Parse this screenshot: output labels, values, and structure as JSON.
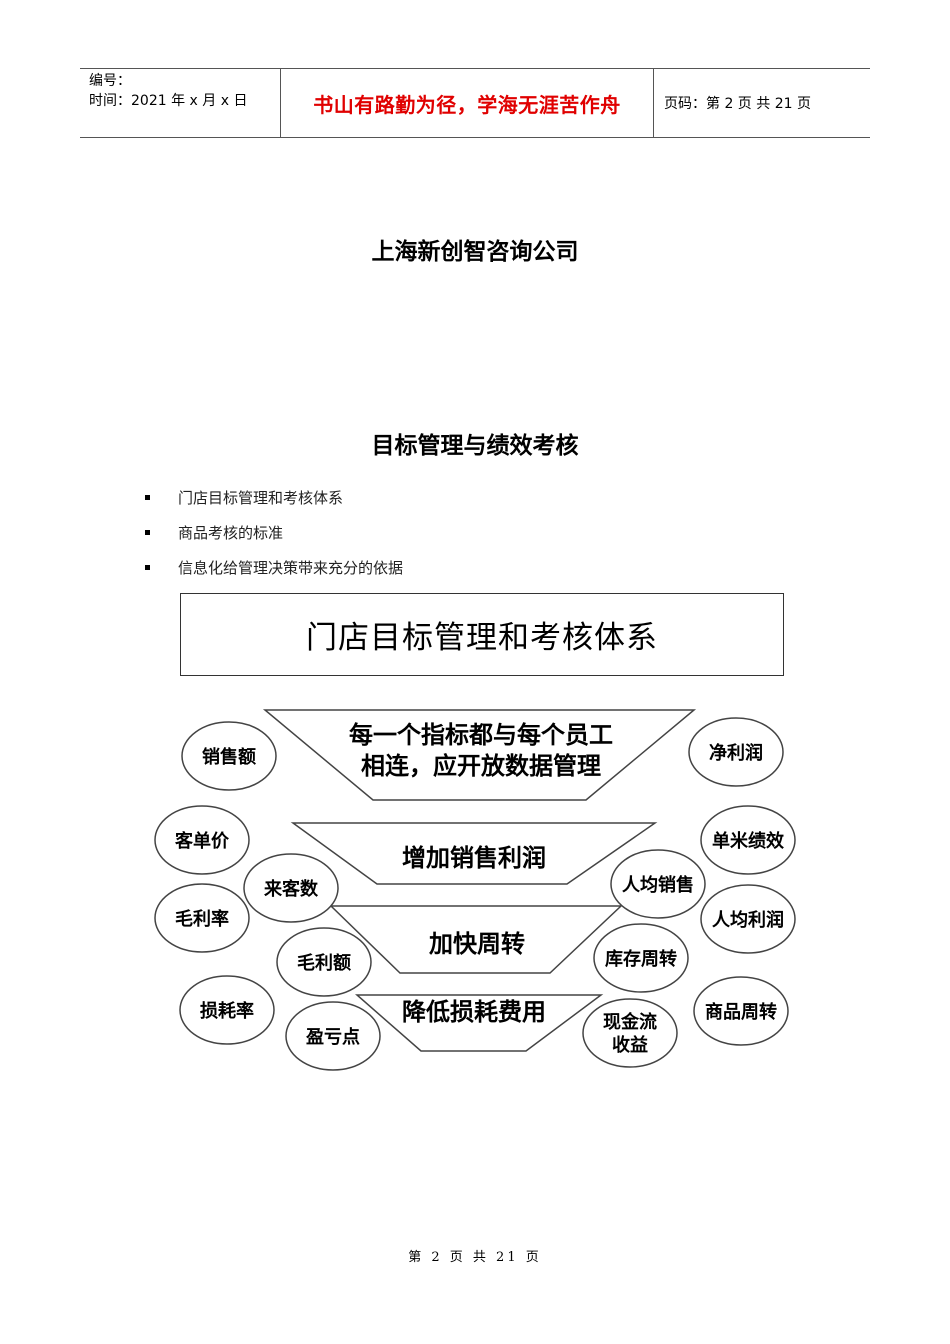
{
  "header": {
    "number_label": "编号：",
    "time_label": "时间：2021 年 x 月 x 日",
    "motto": "书山有路勤为径，学海无涯苦作舟",
    "page_info": "页码：第 2 页  共 21 页"
  },
  "company": "上海新创智咨询公司",
  "section_title": "目标管理与绩效考核",
  "bullets": [
    "门店目标管理和考核体系",
    "商品考核的标准",
    "信息化给管理决策带来充分的依据"
  ],
  "diagram": {
    "title": "门店目标管理和考核体系",
    "funnel": [
      "每一个指标都与每个员工",
      "相连，应开放数据管理",
      "增加销售利润",
      "加快周转",
      "降低损耗费用"
    ],
    "ellipses": [
      "销售额",
      "客单价",
      "毛利率",
      "损耗率",
      "来客数",
      "毛利额",
      "盈亏点",
      "净利润",
      "单米绩效",
      "人均利润",
      "商品周转",
      "人均销售",
      "库存周转",
      "现金流",
      "收益"
    ]
  },
  "footer": "第 2 页 共 21 页"
}
